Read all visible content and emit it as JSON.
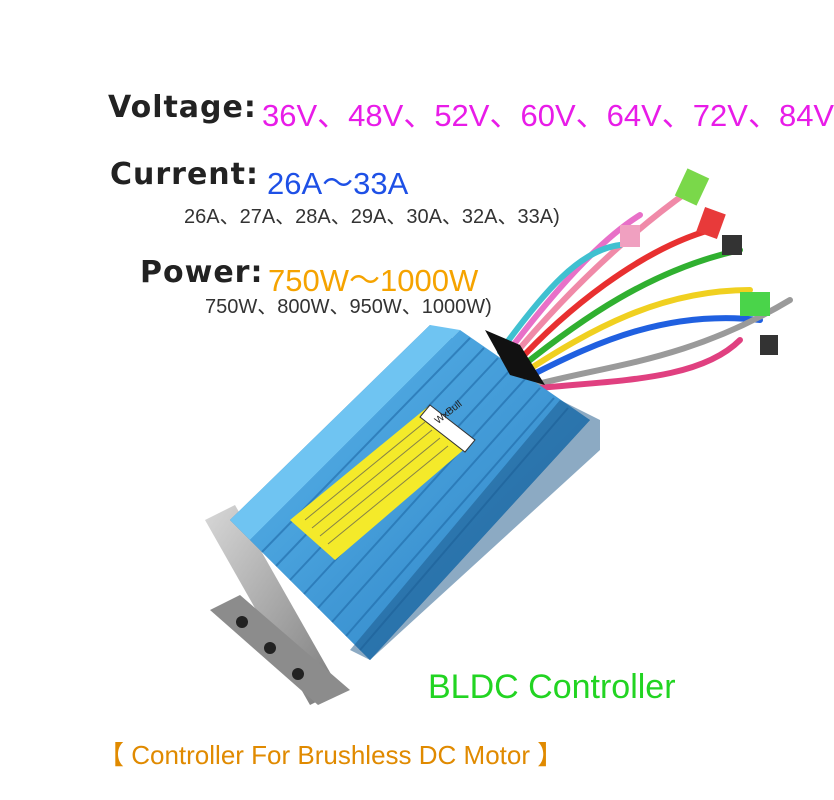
{
  "colors": {
    "voltage": "#e81ce8",
    "current": "#1e50e6",
    "power": "#f5a300",
    "bldc": "#22d422",
    "caption": "#e08a00",
    "housing": "#2f8fd4",
    "label_sticker": "#f4ea2a"
  },
  "specs": {
    "voltage": {
      "label": "Voltage:",
      "value": "36V、48V、52V、60V、64V、72V、84V"
    },
    "current": {
      "label": "Current:",
      "value": "26A～33A",
      "detail": "26A、27A、28A、29A、30A、32A、33A)"
    },
    "power": {
      "label": "Power:",
      "value": "750W～1000W",
      "detail": "750W、800W、950W、1000W)"
    }
  },
  "product": {
    "brand": "WxBull",
    "title": "BLDC Controller"
  },
  "caption": "【 Controller For Brushless DC Motor 】"
}
